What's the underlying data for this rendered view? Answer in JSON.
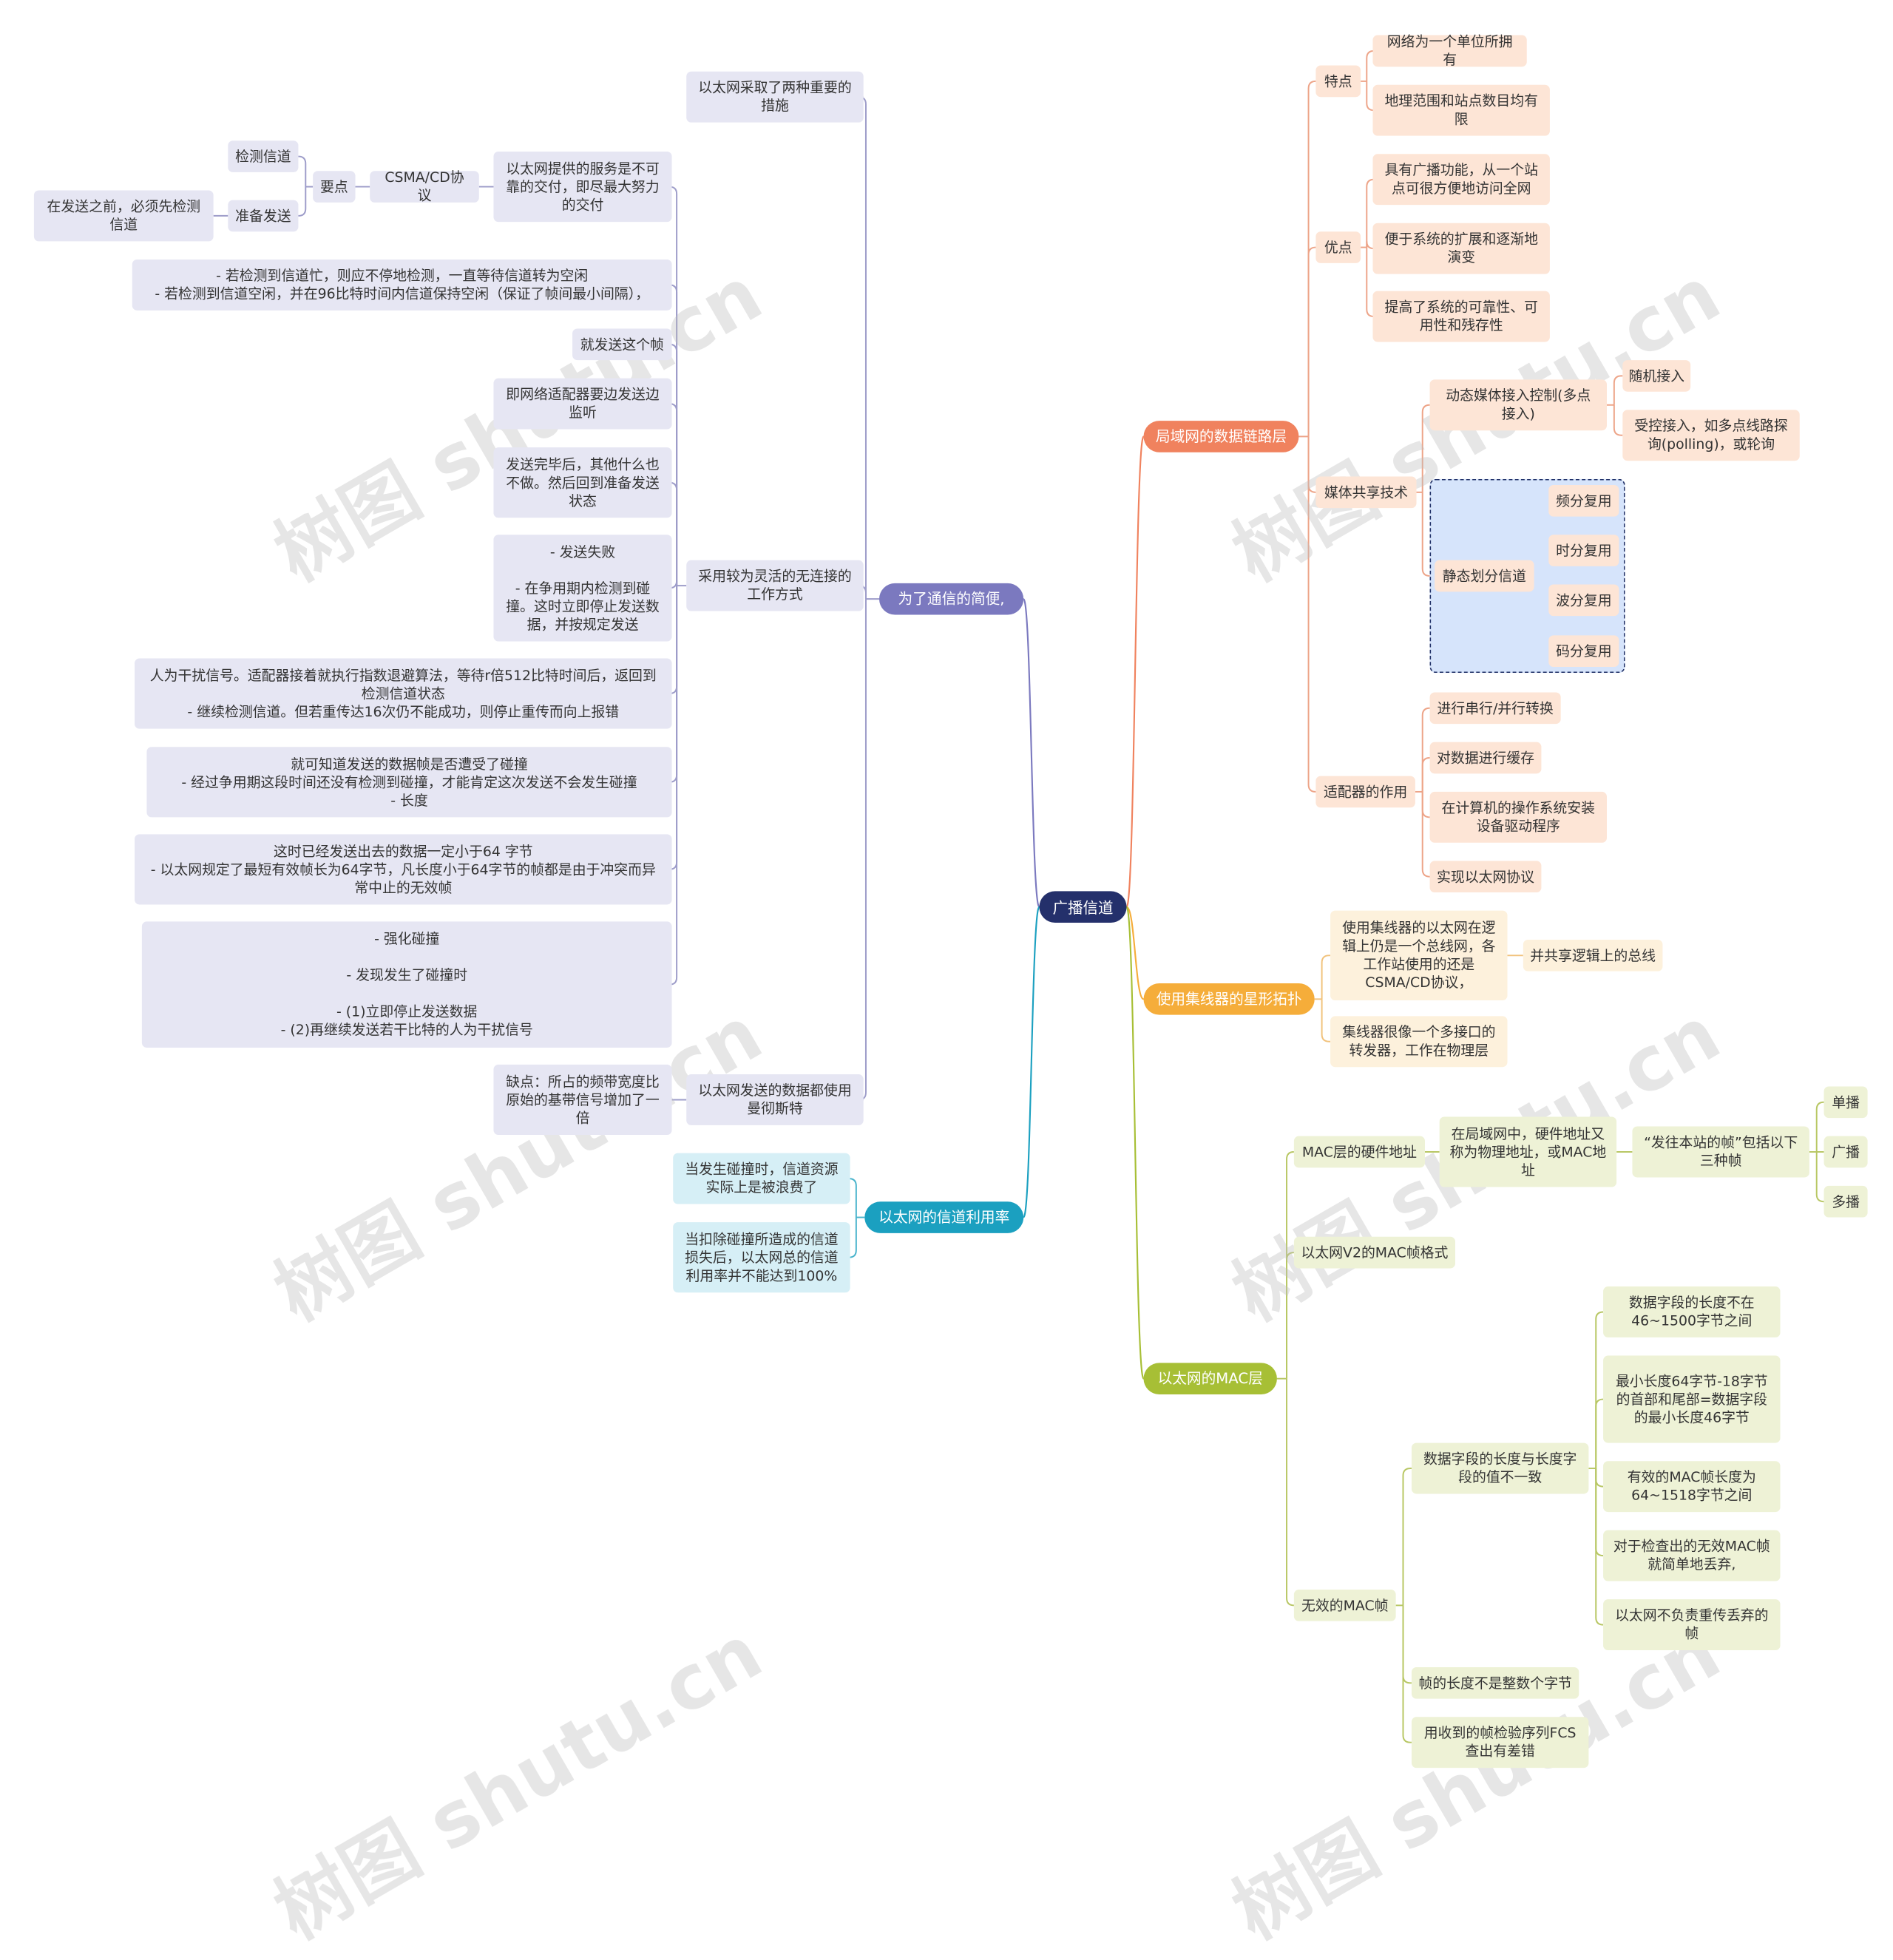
{
  "root": "广播信道",
  "branches": {
    "left_purple": "为了通信的简便,",
    "left_cyan": "以太网的信道利用率",
    "right_orange": "局域网的数据链路层",
    "right_yellow": "使用集线器的星形拓扑",
    "right_green": "以太网的MAC层"
  },
  "purple": {
    "measures": "以太网采取了两种重要的措施",
    "connectionless": "采用较为灵活的无连接的工作方式",
    "manchester": "以太网发送的数据都使用曼彻斯特",
    "service": "以太网提供的服务是不可靠的交付，即尽最大努力的交付",
    "csma": "CSMA/CD协议",
    "key_points": "要点",
    "detect_channel": "检测信道",
    "prepare_send": "准备发送",
    "detect_before": "在发送之前，必须先检测信道",
    "busy_idle": "- 若检测到信道忙，则应不停地检测，一直等待信道转为空闲\n- 若检测到信道空闲，并在96比特时间内信道保持空闲（保证了帧间最小间隔），",
    "send_frame": "就发送这个帧",
    "listen": "即网络适配器要边发送边监听",
    "after_send": "发送完毕后，其他什么也不做。然后回到准备发送状态",
    "fail": "- 发送失败\n\n- 在争用期内检测到碰撞。这时立即停止发送数据，并按规定发送",
    "jam": "人为干扰信号。适配器接着就执行指数退避算法，等待r倍512比特时间后，返回到检测信道状态\n- 继续检测信道。但若重传达16次仍不能成功，则停止重传而向上报错",
    "contention": "就可知道发送的数据帧是否遭受了碰撞\n- 经过争用期这段时间还没有检测到碰撞，才能肯定这次发送不会发生碰撞\n- 长度",
    "min_frame": "这时已经发送出去的数据一定小于64 字节\n- 以太网规定了最短有效帧长为64字节，凡长度小于64字节的帧都是由于冲突而异常中止的无效帧",
    "reinforce": "- 强化碰撞\n\n- 发现发生了碰撞时\n\n- (1)立即停止发送数据\n- (2)再继续发送若干比特的人为干扰信号",
    "drawback": "缺点：所占的频带宽度比原始的基带信号增加了一倍"
  },
  "cyan": {
    "waste": "当发生碰撞时，信道资源实际上是被浪费了",
    "loss": "当扣除碰撞所造成的信道损失后，以太网总的信道利用率并不能达到100%"
  },
  "orange": {
    "features": "特点",
    "f1": "网络为一个单位所拥有",
    "f2": "地理范围和站点数目均有限",
    "advantages": "优点",
    "a1": "具有广播功能，从一个站点可很方便地访问全网",
    "a2": "便于系统的扩展和逐渐地演变",
    "a3": "提高了系统的可靠性、可用性和残存性",
    "media": "媒体共享技术",
    "dynamic": "动态媒体接入控制(多点接入)",
    "random": "随机接入",
    "controlled": "受控接入，如多点线路探询(polling)，或轮询",
    "static": "静态划分信道",
    "fdm": "频分复用",
    "tdm": "时分复用",
    "wdm": "波分复用",
    "cdm": "码分复用",
    "adapter": "适配器的作用",
    "ad1": "进行串行/并行转换",
    "ad2": "对数据进行缓存",
    "ad3": "在计算机的操作系统安装设备驱动程序",
    "ad4": "实现以太网协议"
  },
  "yellow": {
    "hub_bus": "使用集线器的以太网在逻辑上仍是一个总线网，各工作站使用的还是CSMA/CD协议，",
    "shared_bus": "并共享逻辑上的总线",
    "hub_multi": "集线器很像一个多接口的转发器，工作在物理层"
  },
  "green": {
    "hw_addr": "MAC层的硬件地址",
    "physical": "在局域网中，硬件地址又称为物理地址，或MAC地址",
    "three_frames": "“发往本站的帧”包括以下三种帧",
    "unicast": "单播",
    "broadcast": "广播",
    "multicast": "多播",
    "v2": "以太网V2的MAC帧格式",
    "invalid": "无效的MAC帧",
    "mismatch": "数据字段的长度与长度字段的值不一致",
    "m1": "数据字段的长度不在46~1500字节之间",
    "m2": "最小长度64字节-18字节的首部和尾部=数据字段的最小长度46字节",
    "m3": "有效的MAC帧长度为64~1518字节之间",
    "m4": "对于检查出的无效MAC帧就简单地丢弃,",
    "m5": "以太网不负责重传丢弃的帧",
    "not_integer": "帧的长度不是整数个字节",
    "fcs": "用收到的帧检验序列FCS查出有差错"
  },
  "watermark": "树图 shutu.cn",
  "colors": {
    "root": "#24306b",
    "purple": "#7b79bf",
    "cyan": "#1ba0c0",
    "orange": "#f0825e",
    "yellow": "#f5ad3a",
    "green": "#a7bf35",
    "purple_line": "#9d9cc9",
    "cyan_line": "#4bb4cc",
    "orange_line": "#eda488",
    "yellow_line": "#f1c27c",
    "green_line": "#b8c764"
  }
}
